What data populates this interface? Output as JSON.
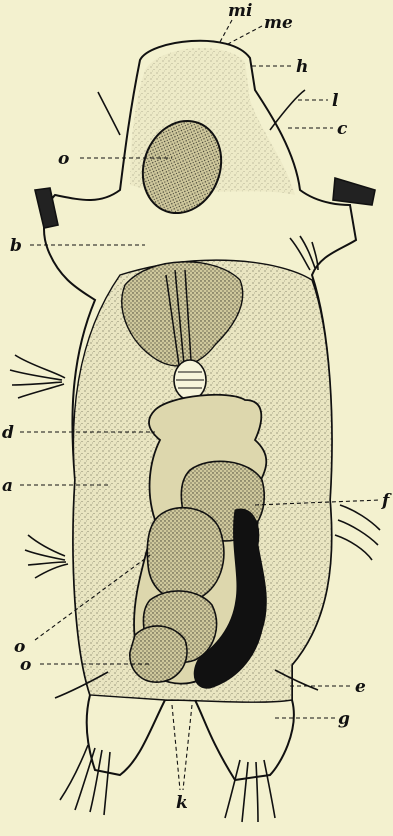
{
  "figure": {
    "labels": {
      "mi": "mi",
      "me": "me",
      "h": "h",
      "l": "l",
      "c": "c",
      "o_eye": "o",
      "b": "b",
      "d": "d",
      "a": "a",
      "f": "f",
      "o_lower": "o",
      "o_lower2": "o",
      "e": "e",
      "g": "g",
      "k": "k"
    },
    "colors": {
      "paper": "#f3f1cf",
      "ink": "#111111",
      "body_stipple": "#e3dfba",
      "gut": "#d7d1a8",
      "dark_organ": "#111111"
    }
  }
}
